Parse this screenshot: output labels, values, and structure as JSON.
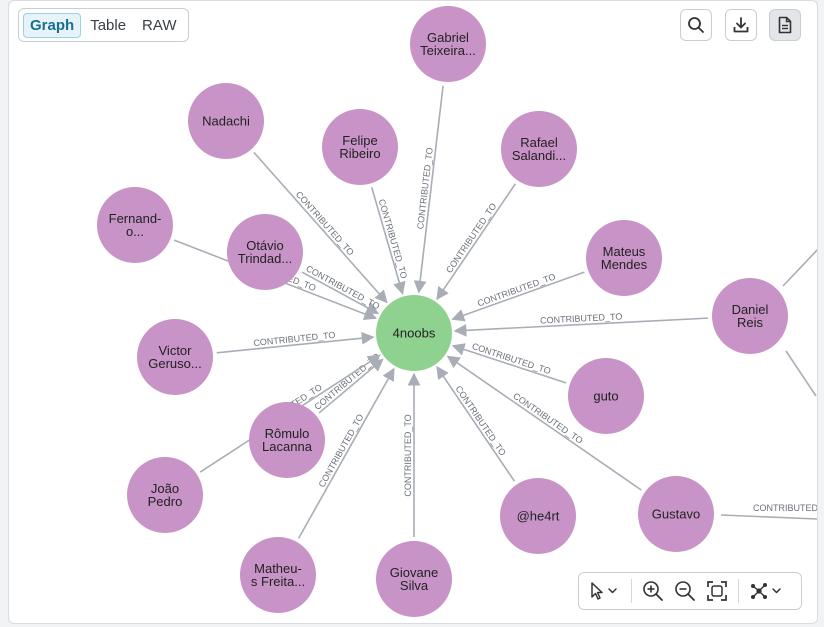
{
  "tabs": [
    {
      "label": "Graph",
      "active": true
    },
    {
      "label": "Table",
      "active": false
    },
    {
      "label": "RAW",
      "active": false
    }
  ],
  "toolbar": {
    "search_icon": "search-icon",
    "download_icon": "download-icon",
    "document_icon": "document-icon"
  },
  "colors": {
    "center_node": "#8fd18f",
    "node": "#c893c6",
    "edge": "#a8adb6"
  },
  "relationship": "CONTRIBUTED_TO",
  "graph": {
    "center": {
      "label": "4noobs"
    },
    "nodes": [
      {
        "lines": [
          "Gabriel",
          "Teixeira..."
        ]
      },
      {
        "lines": [
          "Nadachi"
        ]
      },
      {
        "lines": [
          "Felipe",
          "Ribeiro"
        ]
      },
      {
        "lines": [
          "Rafael",
          "Salandi..."
        ]
      },
      {
        "lines": [
          "Fernand-",
          "o..."
        ]
      },
      {
        "lines": [
          "Otávio",
          "Trindad..."
        ]
      },
      {
        "lines": [
          "Mateus",
          "Mendes"
        ]
      },
      {
        "lines": [
          "Daniel",
          "Reis"
        ]
      },
      {
        "lines": [
          "Victor",
          "Geruso..."
        ]
      },
      {
        "lines": [
          "guto"
        ]
      },
      {
        "lines": [
          "Rômulo",
          "Lacanna"
        ]
      },
      {
        "lines": [
          "João",
          "Pedro"
        ]
      },
      {
        "lines": [
          "@he4rt"
        ]
      },
      {
        "lines": [
          "Gustavo"
        ]
      },
      {
        "lines": [
          "Matheu-",
          "s Freita..."
        ]
      },
      {
        "lines": [
          "Giovane",
          "Silva"
        ]
      }
    ]
  }
}
